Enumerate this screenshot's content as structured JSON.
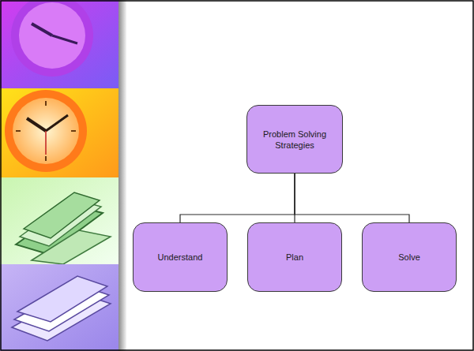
{
  "diagram": {
    "nodes": [
      {
        "text": [
          "Problem Solving Strategies"
        ]
      },
      {
        "text": [
          "Understand"
        ]
      },
      {
        "text": [
          "Plan"
        ]
      },
      {
        "text": [
          "Solve"
        ]
      }
    ],
    "edges": [
      {
        "from": 0,
        "to": 1,
        "arrow": "none"
      },
      {
        "from": 0,
        "to": 2,
        "arrow": "none"
      },
      {
        "from": 0,
        "to": 3,
        "arrow": "none"
      }
    ]
  }
}
